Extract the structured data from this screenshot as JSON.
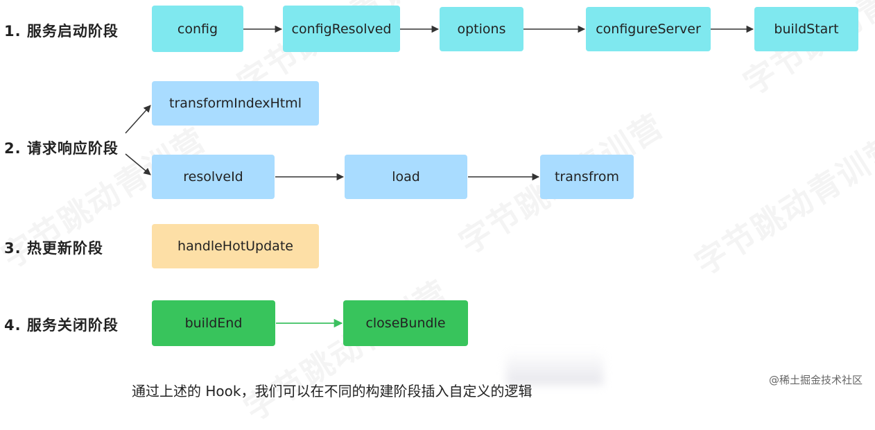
{
  "watermark": "字节跳动青训营",
  "stages": [
    {
      "id": "start",
      "label": "1. 服务启动阶段"
    },
    {
      "id": "request",
      "label": "2. 请求响应阶段"
    },
    {
      "id": "hot",
      "label": "3. 热更新阶段"
    },
    {
      "id": "close",
      "label": "4. 服务关闭阶段"
    }
  ],
  "hooks": {
    "config": "config",
    "configResolved": "configResolved",
    "options": "options",
    "configureServer": "configureServer",
    "buildStart": "buildStart",
    "transformIndexHtml": "transformIndexHtml",
    "resolveId": "resolveId",
    "load": "load",
    "transfrom": "transfrom",
    "handleHotUpdate": "handleHotUpdate",
    "buildEnd": "buildEnd",
    "closeBundle": "closeBundle"
  },
  "caption": "通过上述的 Hook，我们可以在不同的构建阶段插入自定义的逻辑",
  "credit": "@稀土掘金技术社区",
  "colors": {
    "start": "#7fe8ef",
    "request": "#a9dcff",
    "hot": "#fddfa6",
    "close": "#38c45c",
    "arrow": "#333333",
    "arrow_close": "#3cc060"
  }
}
